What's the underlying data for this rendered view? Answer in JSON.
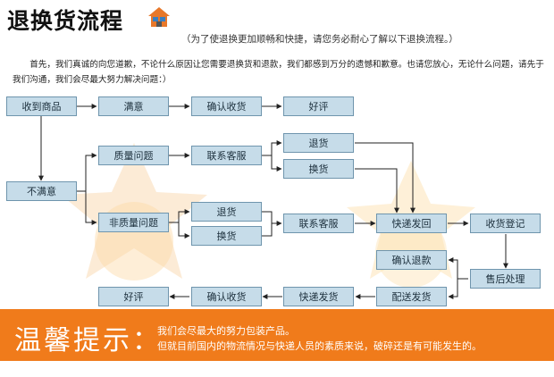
{
  "header": {
    "title": "退换货流程",
    "subtitle": "（为了使退换更加顺畅和快捷，请您务必耐心了解以下退换流程。）"
  },
  "intro": {
    "text": "首先，我们真诚的向您道歉，不论什么原因让您需要退换货和退款，我们都感到万分的遗憾和歉意。也请您放心，无论什么问题，请先于我们沟通，我们会尽最大努力解决问题：）"
  },
  "flow": {
    "receive_goods": "收到商品",
    "satisfied": "满意",
    "confirm_receipt_top": "确认收货",
    "good_review_top": "好评",
    "unsatisfied": "不满意",
    "quality_issue": "质量问题",
    "contact_service_quality": "联系客服",
    "return_quality": "退货",
    "exchange_quality": "换货",
    "non_quality_issue": "非质量问题",
    "return_nonquality": "退货",
    "exchange_nonquality": "换货",
    "contact_service_nonquality": "联系客服",
    "courier_return": "快递发回",
    "receipt_register": "收货登记",
    "confirm_refund": "确认退款",
    "after_sales": "售后处理",
    "ship_out": "配送发货",
    "courier_ship": "快递发货",
    "confirm_receipt_bottom": "确认收货",
    "good_review_bottom": "好评"
  },
  "tip": {
    "title": "温馨提示：",
    "line1": "我们会尽最大的努力包装产品。",
    "line2": "但就目前国内的物流情况与快递人员的素质来说，破碎还是有可能发生的。"
  },
  "colors": {
    "node_fill": "#c6dce9",
    "node_border": "#6f95ad",
    "banner": "#f07b1b",
    "arrow": "#222222"
  }
}
